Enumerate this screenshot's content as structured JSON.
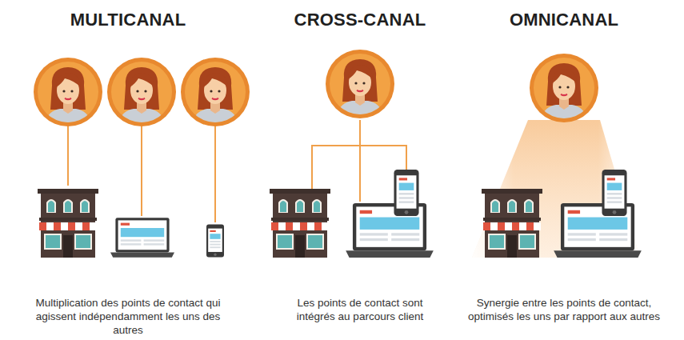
{
  "diagram": {
    "labels": [
      "MULTICANAL",
      "CROSS-CANAL",
      "OMNICANAL",
      "Multiplication des points de contact qui agissent indépendamment les uns des autres",
      "Les points de contact sont intégrés au parcours client",
      "Synergie entre les points de contact, optimisés les uns par rapport aux autres"
    ]
  }
}
